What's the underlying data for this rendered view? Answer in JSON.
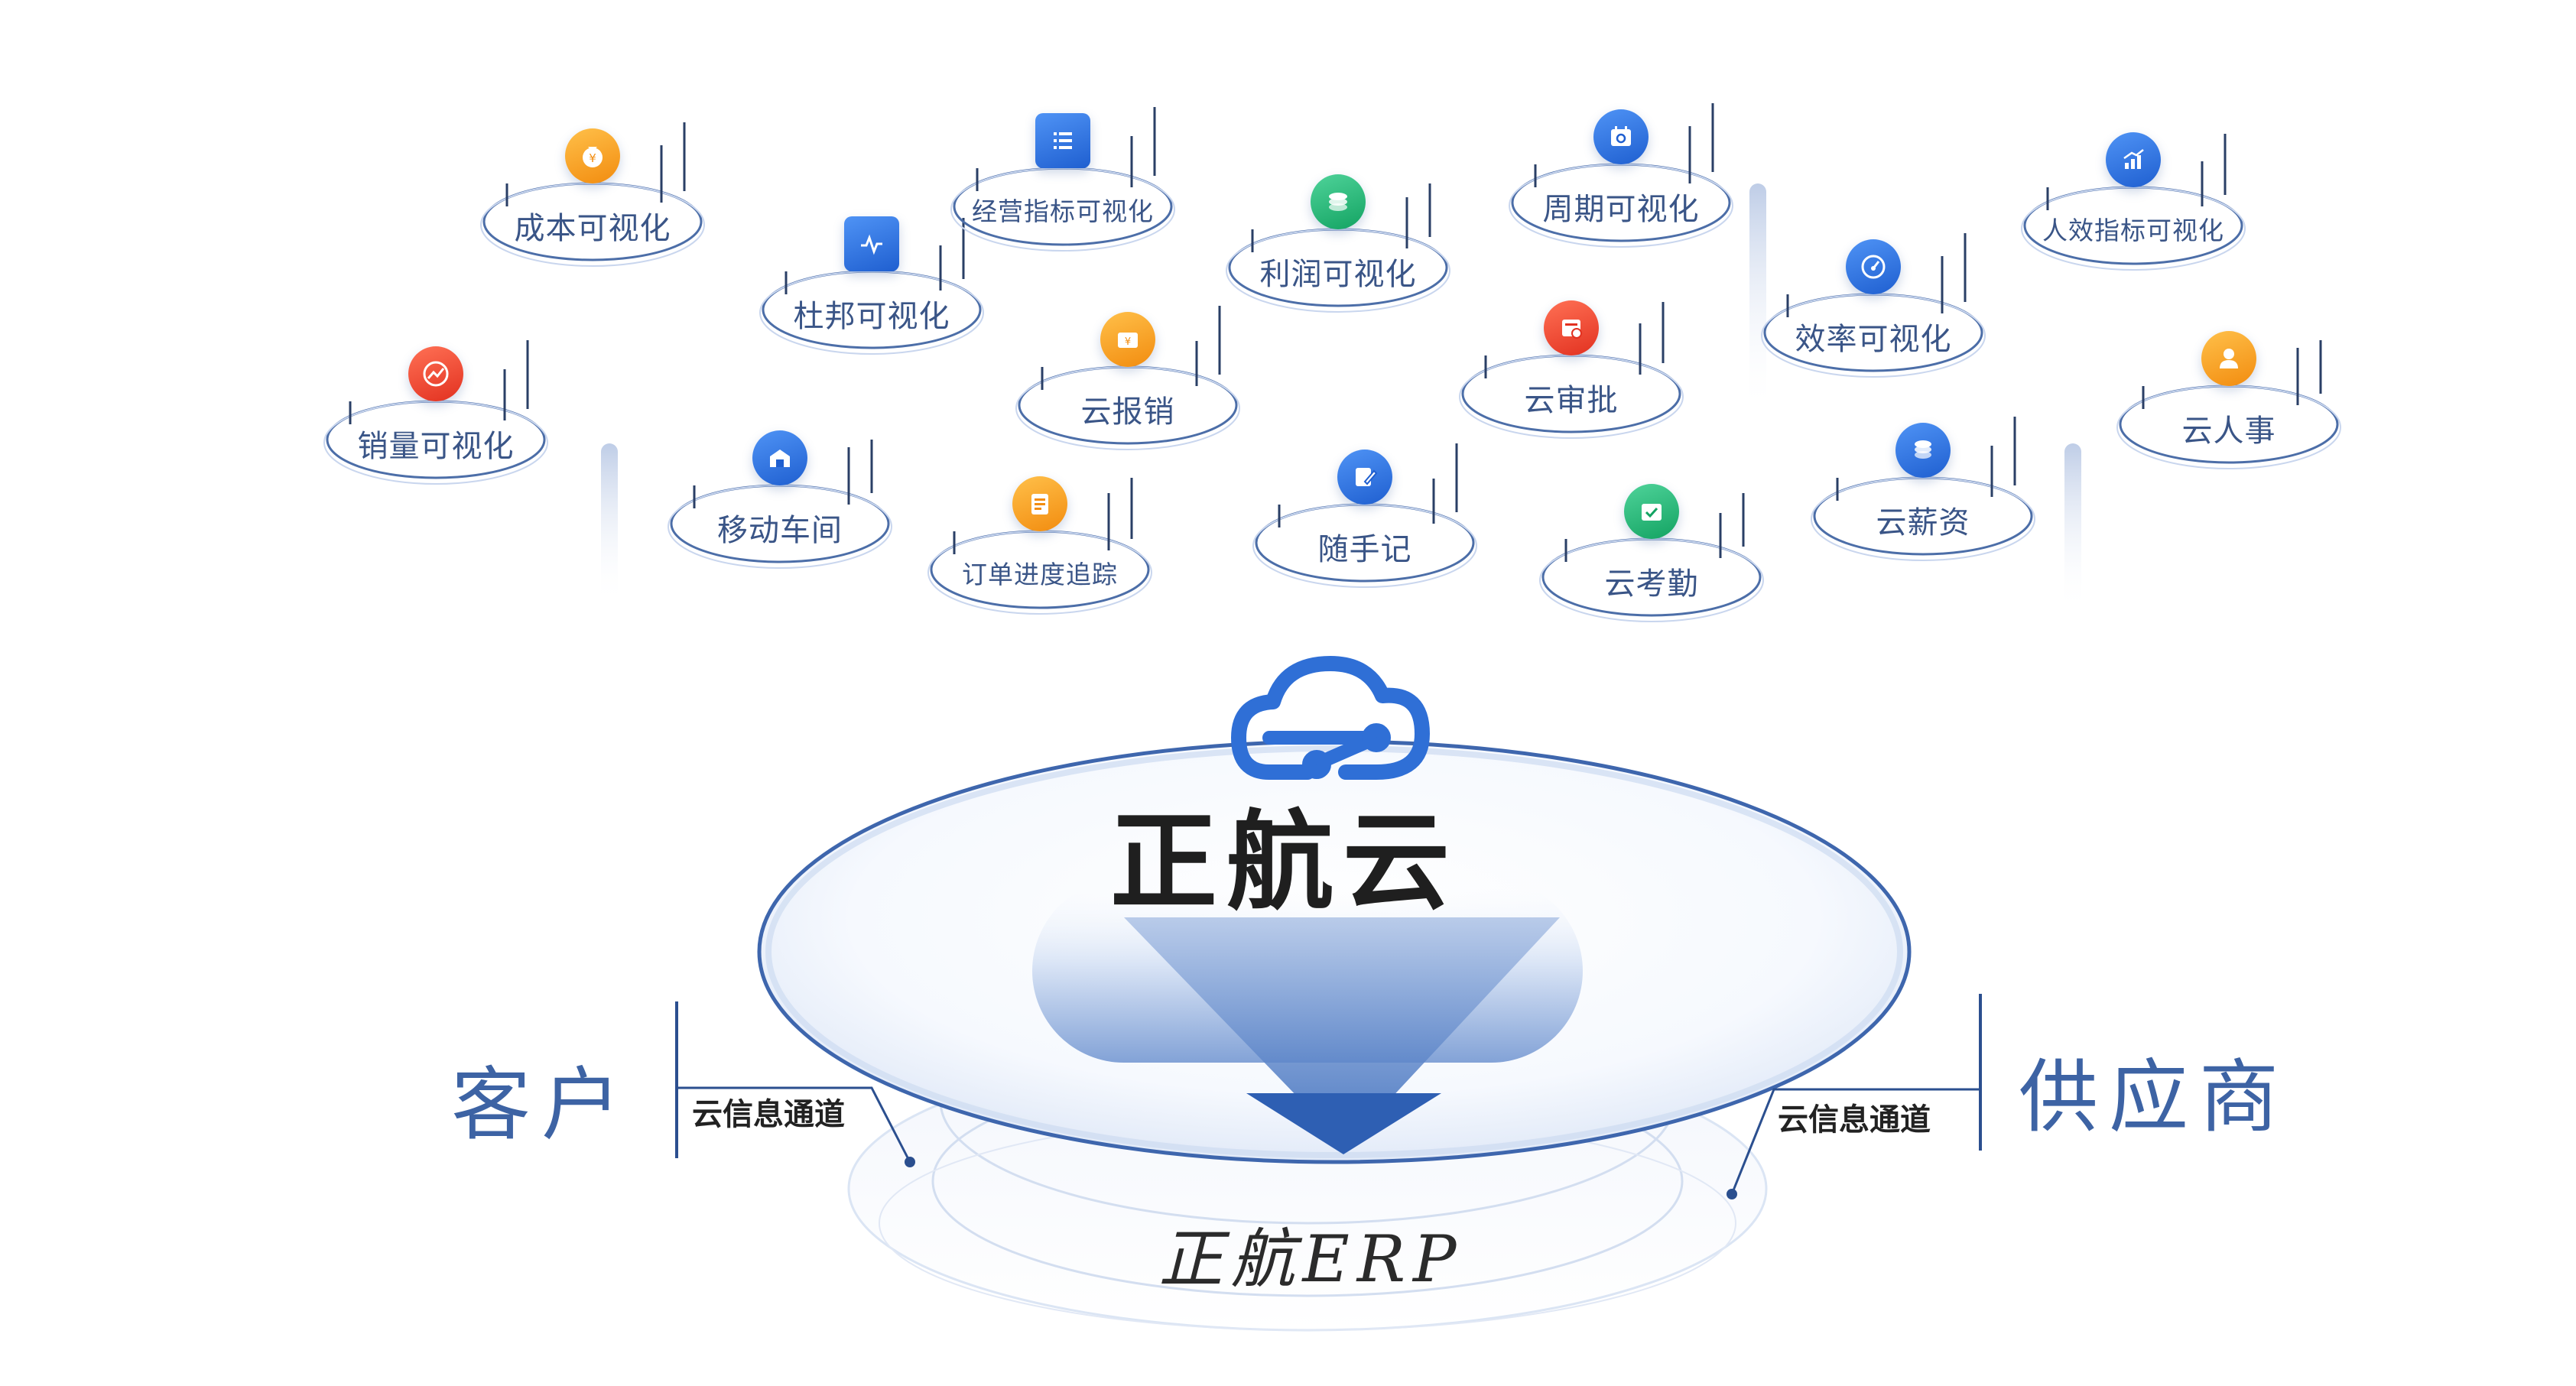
{
  "brand": {
    "title": "正航云",
    "erp": "正航ERP"
  },
  "customer": "客户",
  "supplier": "供应商",
  "channel_left": "云信息通道",
  "channel_right": "云信息通道",
  "colors": {
    "accent": "#2f6fd6",
    "orange": "#f7a21b",
    "red": "#ee4330",
    "green": "#22b573",
    "label": "#3a5587"
  },
  "modules": [
    {
      "id": "cost",
      "label": "成本可视化",
      "icon": "money-bag-icon",
      "color": "orange"
    },
    {
      "id": "sales",
      "label": "销量可视化",
      "icon": "trend-chart-icon",
      "color": "red"
    },
    {
      "id": "dupont",
      "label": "杜邦可视化",
      "icon": "pulse-chart-icon",
      "color": "blue-square"
    },
    {
      "id": "mobile",
      "label": "移动车间",
      "icon": "factory-icon",
      "color": "blue"
    },
    {
      "id": "kpi",
      "label": "经营指标可视化",
      "icon": "list-icon",
      "color": "blue-square"
    },
    {
      "id": "expense",
      "label": "云报销",
      "icon": "wallet-icon",
      "color": "orange"
    },
    {
      "id": "order",
      "label": "订单进度追踪",
      "icon": "document-icon",
      "color": "orange"
    },
    {
      "id": "profit",
      "label": "利润可视化",
      "icon": "coins-icon",
      "color": "green"
    },
    {
      "id": "notes",
      "label": "随手记",
      "icon": "edit-note-icon",
      "color": "blue"
    },
    {
      "id": "period",
      "label": "周期可视化",
      "icon": "calendar-icon",
      "color": "blue"
    },
    {
      "id": "approval",
      "label": "云审批",
      "icon": "approval-icon",
      "color": "red"
    },
    {
      "id": "attendance",
      "label": "云考勤",
      "icon": "check-calendar-icon",
      "color": "green"
    },
    {
      "id": "efficiency",
      "label": "效率可视化",
      "icon": "gauge-icon",
      "color": "blue"
    },
    {
      "id": "payroll",
      "label": "云薪资",
      "icon": "coin-stack-icon",
      "color": "blue"
    },
    {
      "id": "hr-kpi",
      "label": "人效指标可视化",
      "icon": "growth-icon",
      "color": "blue"
    },
    {
      "id": "hr",
      "label": "云人事",
      "icon": "person-icon",
      "color": "orange"
    }
  ]
}
